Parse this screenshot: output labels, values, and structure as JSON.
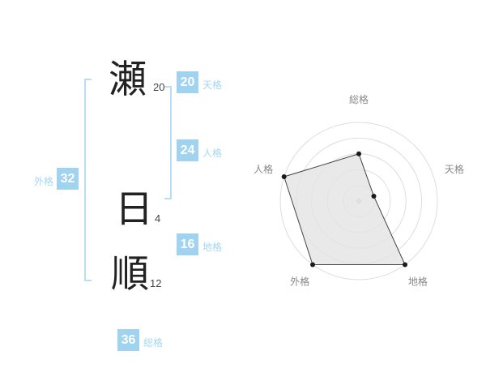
{
  "name_panel": {
    "characters": [
      {
        "char": "瀬",
        "strokes": "20"
      },
      {
        "char": "日",
        "strokes": "4"
      },
      {
        "char": "順",
        "strokes": "12"
      }
    ],
    "gaikaku": {
      "label": "外格",
      "value": "32"
    },
    "badges": [
      {
        "value": "20",
        "label": "天格"
      },
      {
        "value": "24",
        "label": "人格"
      },
      {
        "value": "16",
        "label": "地格"
      },
      {
        "value": "36",
        "label": "総格"
      }
    ]
  },
  "colors": {
    "badge_bg": "#9fd3f0",
    "badge_text": "#ffffff",
    "label_text": "#a5d7f2",
    "bracket": "#b9ddf2",
    "kanji_text": "#222222",
    "stroke_text": "#444444",
    "chart_ring": "#dddddd",
    "chart_label": "#888888",
    "polygon_fill": "#e3e3e3",
    "polygon_stroke": "#444444",
    "vertex_dot": "#1a1a1a",
    "center_dot": "#cccccc"
  },
  "chart_data": {
    "type": "radar",
    "categories": [
      "総格",
      "天格",
      "地格",
      "外格",
      "人格"
    ],
    "values": [
      3,
      1,
      5,
      5,
      5
    ],
    "max": 5,
    "rings": 5,
    "start_angle_deg": 90,
    "direction": "clockwise",
    "title": "",
    "legend": false,
    "grid": "concentric-circles"
  }
}
